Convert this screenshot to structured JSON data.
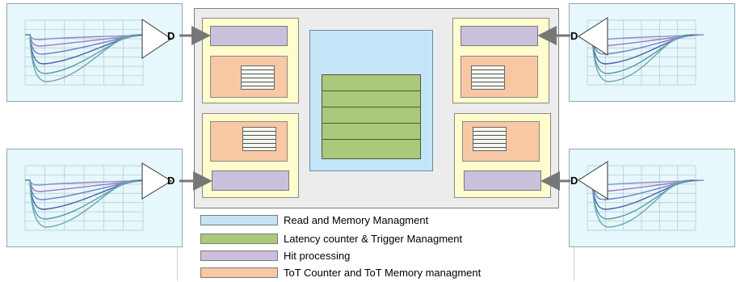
{
  "driver_label": "D",
  "legend": [
    {
      "label": "Read and Memory Managment",
      "color": "#c4e4f8"
    },
    {
      "label": "Latency counter & Trigger Managment",
      "color": "#abc97a"
    },
    {
      "label": "Hit processing",
      "color": "#cbc0dc"
    },
    {
      "label": "ToT Counter and ToT Memory managment",
      "color": "#f8c8a4"
    }
  ],
  "colors": {
    "chip_background": "#ececec",
    "pixel_background": "#fffccd",
    "scope_background": "#e6f8fc"
  }
}
